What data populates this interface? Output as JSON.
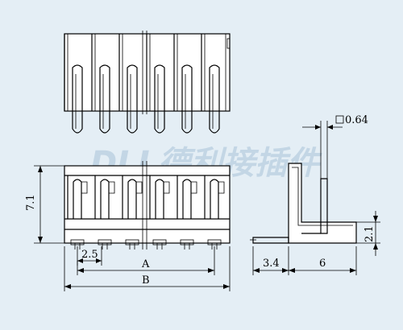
{
  "watermark": "DLL德利接插件",
  "dimensions": {
    "height": "7.1",
    "pitch": "2.5",
    "span_a": "A",
    "span_b": "B",
    "pin_size": "0.64",
    "side_offset": "3.4",
    "side_length": "6",
    "side_height": "2.1"
  },
  "pin_count": 6,
  "colors": {
    "background": "#e4eef5",
    "line": "#000000",
    "watermark": "#b9cfe0"
  }
}
